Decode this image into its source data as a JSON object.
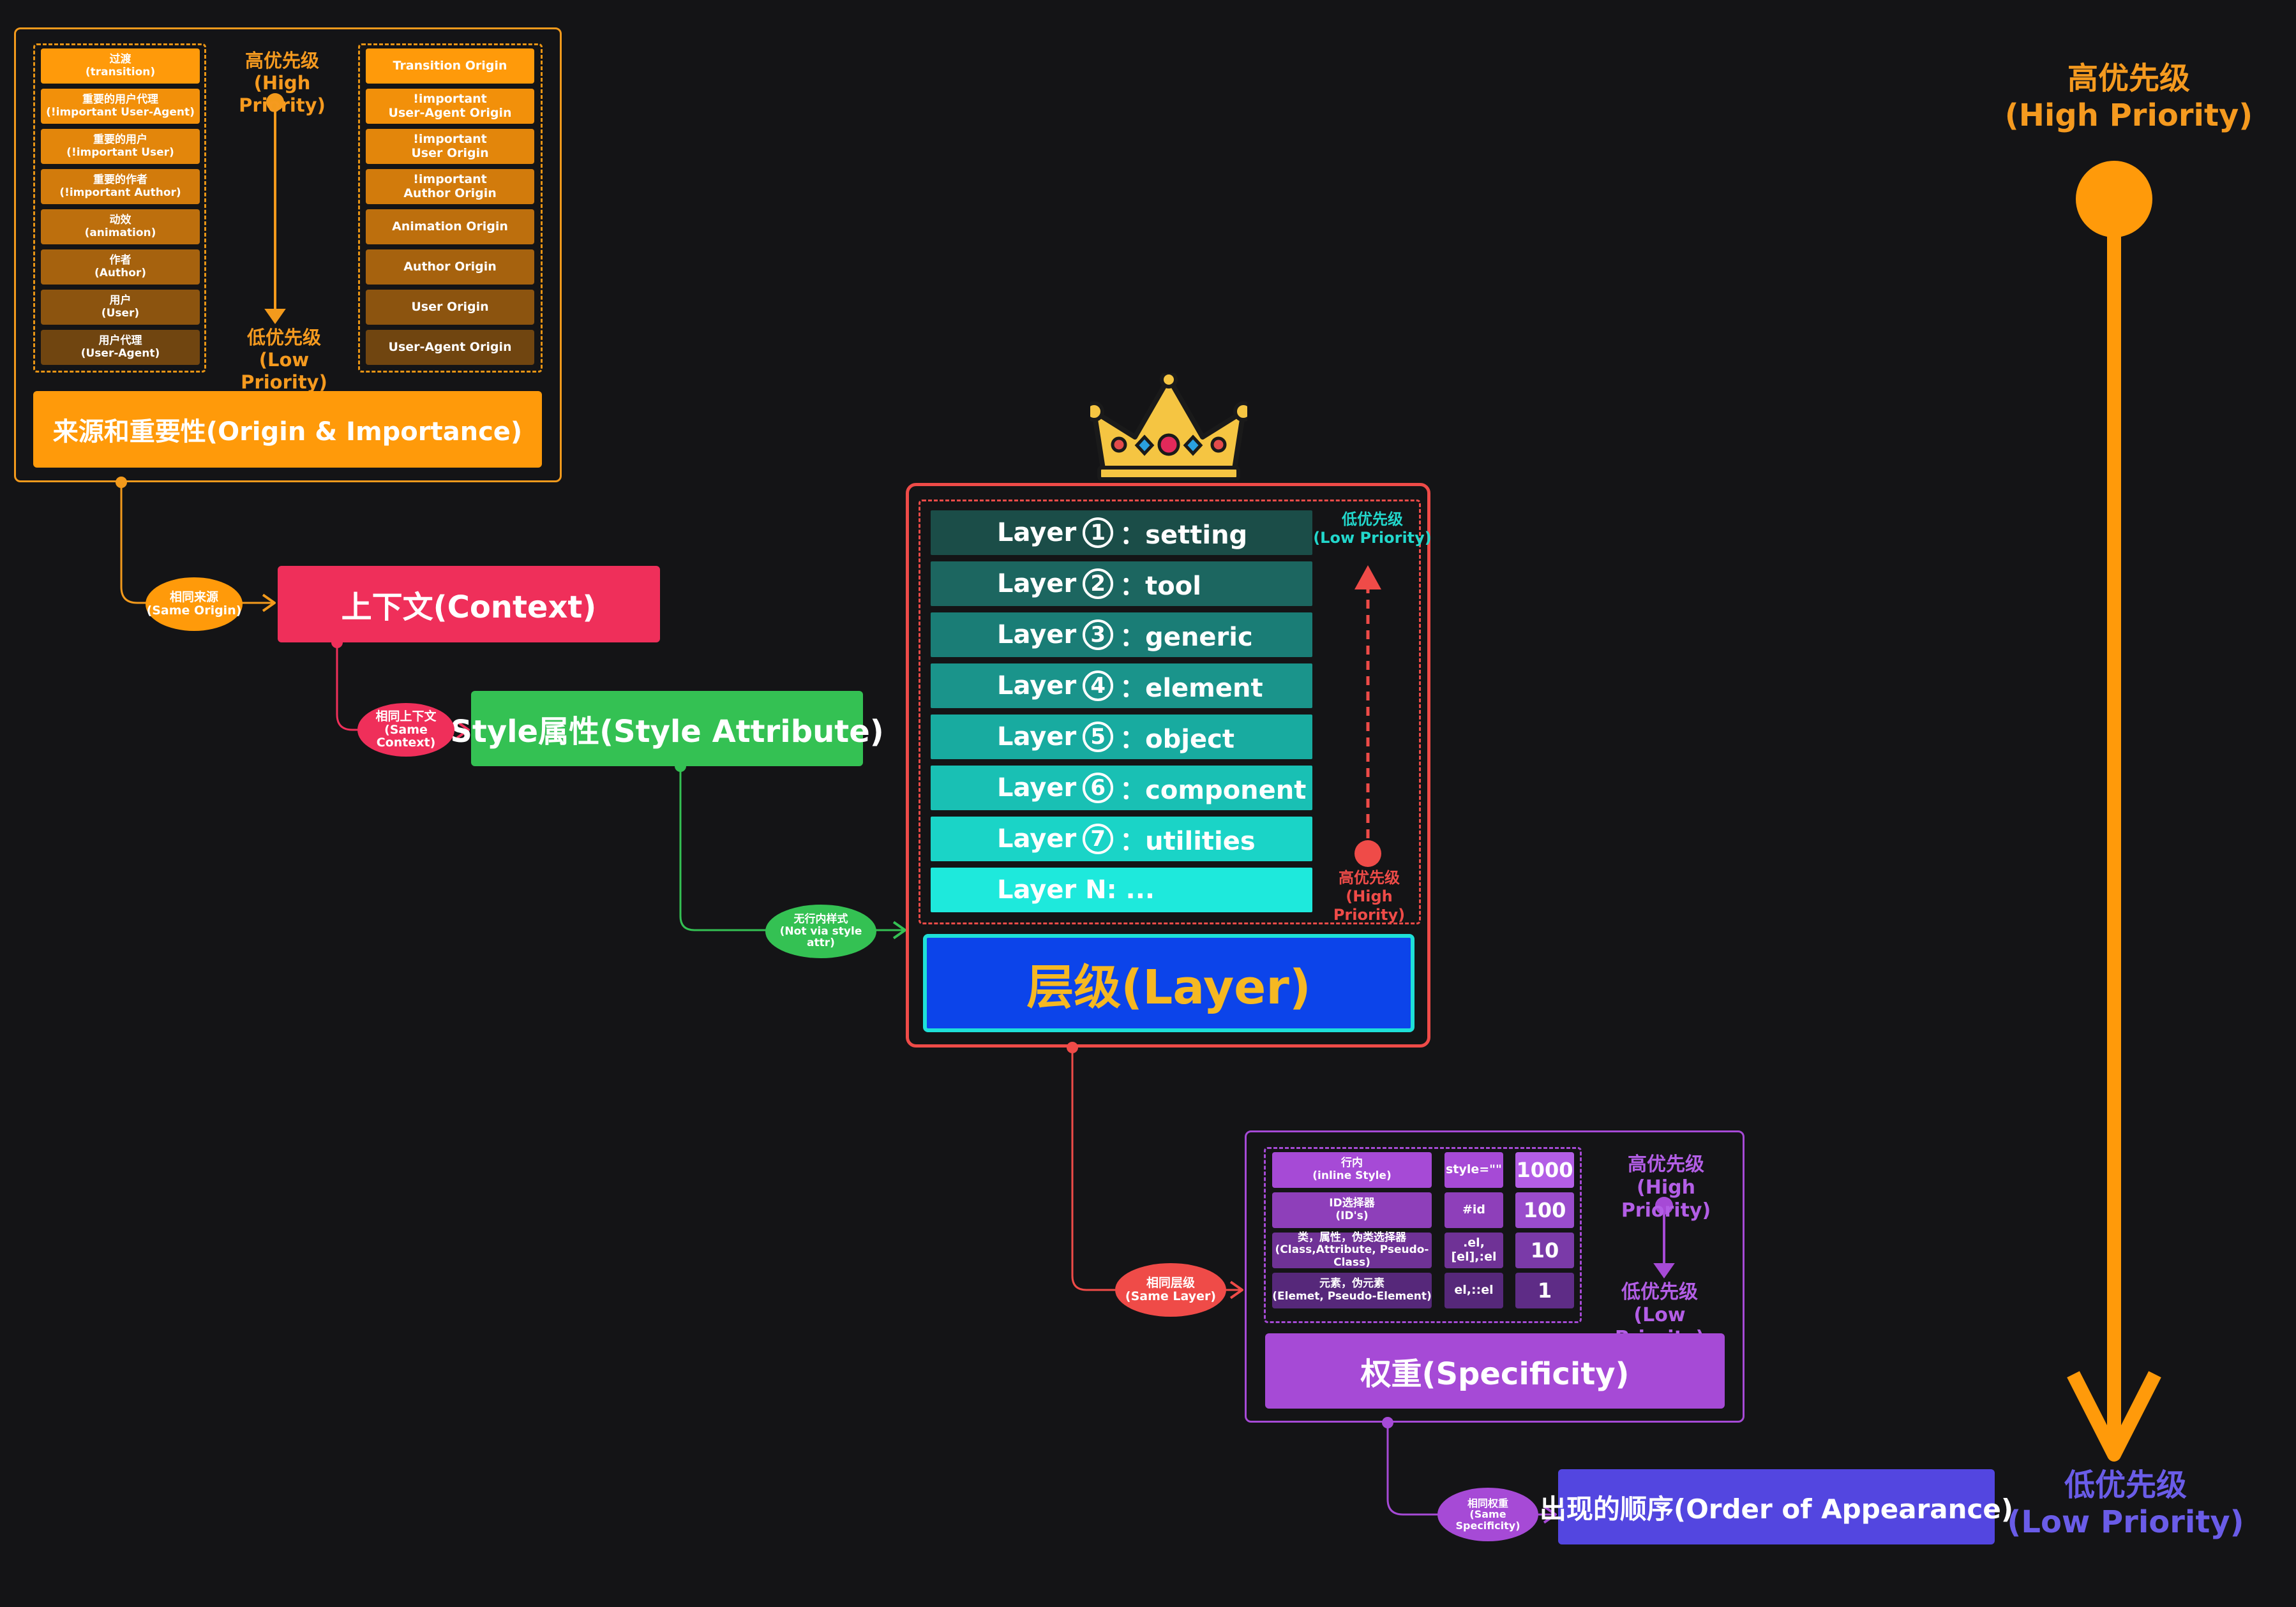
{
  "origin": {
    "title": "来源和重要性(Origin & Importance)",
    "left_items": [
      "过渡\n(transition)",
      "重要的用户代理\n(!important User-Agent)",
      "重要的用户\n(!important User)",
      "重要的作者\n(!important Author)",
      "动效\n(animation)",
      "作者\n(Author)",
      "用户\n(User)",
      "用户代理\n(User-Agent)"
    ],
    "right_items": [
      "Transition Origin",
      "!important\nUser-Agent Origin",
      "!important\nUser Origin",
      "!important\nAuthor Origin",
      "Animation Origin",
      "Author Origin",
      "User Origin",
      "User-Agent Origin"
    ],
    "high_label": "高优先级\n(High Priority)",
    "low_label": "低优先级\n(Low Priority)",
    "colors": [
      "#ff9a0a",
      "#f2900a",
      "#e3860b",
      "#d27b0c",
      "#bd6f0d",
      "#a6620e",
      "#8c540f",
      "#704510"
    ]
  },
  "context": {
    "title": "上下文(Context)",
    "connector": "相同来源\n(Same Origin)"
  },
  "style_attr": {
    "title": "Style属性(Style Attribute)",
    "connector": "相同上下文\n(Same Context)"
  },
  "layer": {
    "title": "层级(Layer)",
    "connector": "无行内样式\n(Not via style attr)",
    "rows": [
      {
        "prefix": "Layer",
        "num": "1",
        "suffix": "：setting",
        "color": "#1b4d48"
      },
      {
        "prefix": "Layer",
        "num": "2",
        "suffix": "：tool",
        "color": "#1c6660"
      },
      {
        "prefix": "Layer",
        "num": "3",
        "suffix": "：generic",
        "color": "#1a7d76"
      },
      {
        "prefix": "Layer",
        "num": "4",
        "suffix": "：element",
        "color": "#1a948b"
      },
      {
        "prefix": "Layer",
        "num": "5",
        "suffix": "：object",
        "color": "#18aba0"
      },
      {
        "prefix": "Layer",
        "num": "6",
        "suffix": "：component",
        "color": "#19c0b4"
      },
      {
        "prefix": "Layer",
        "num": "7",
        "suffix": "：utilities",
        "color": "#1ad4c7"
      },
      {
        "prefix": "Layer N: ...",
        "num": "",
        "suffix": "",
        "color": "#1ee9dc"
      }
    ],
    "low_label": "低优先级\n(Low Priority)",
    "high_label": "高优先级\n(High Priority)",
    "crown_icon": "crown-icon"
  },
  "specificity": {
    "title": "权重(Specificity)",
    "connector": "相同层级\n(Same Layer)",
    "rows": [
      {
        "name": "行内\n(inline Style)",
        "selector": "style=\"\"",
        "value": "1000"
      },
      {
        "name": "ID选择器\n(ID's)",
        "selector": "#id",
        "value": "100"
      },
      {
        "name": "类，属性，伪类选择器\n(Class,Attribute, Pseudo-Class)",
        "selector": ".el,[el],:el",
        "value": "10"
      },
      {
        "name": "元素，伪元素\n(Elemet, Pseudo-Element)",
        "selector": "el,::el",
        "value": "1"
      }
    ],
    "high_label": "高优先级\n(High Priority)",
    "low_label": "低优先级\n(Low Priority)",
    "name_colors": [
      "#a64ad6",
      "#8e3fba",
      "#6f3296",
      "#56287a"
    ],
    "sel_colors": [
      "#a64ad6",
      "#8e3fba",
      "#6f3296",
      "#56287a"
    ],
    "val_colors": [
      "#b35ee6",
      "#9a4ccc",
      "#7a3aa8",
      "#5e2c86"
    ]
  },
  "order": {
    "title": "出现的顺序(Order of Appearance)",
    "connector": "相同权重\n(Same Specificity)"
  },
  "global": {
    "high_label": "高优先级\n(High Priority)",
    "low_label": "低优先级\n(Low Priority)"
  }
}
